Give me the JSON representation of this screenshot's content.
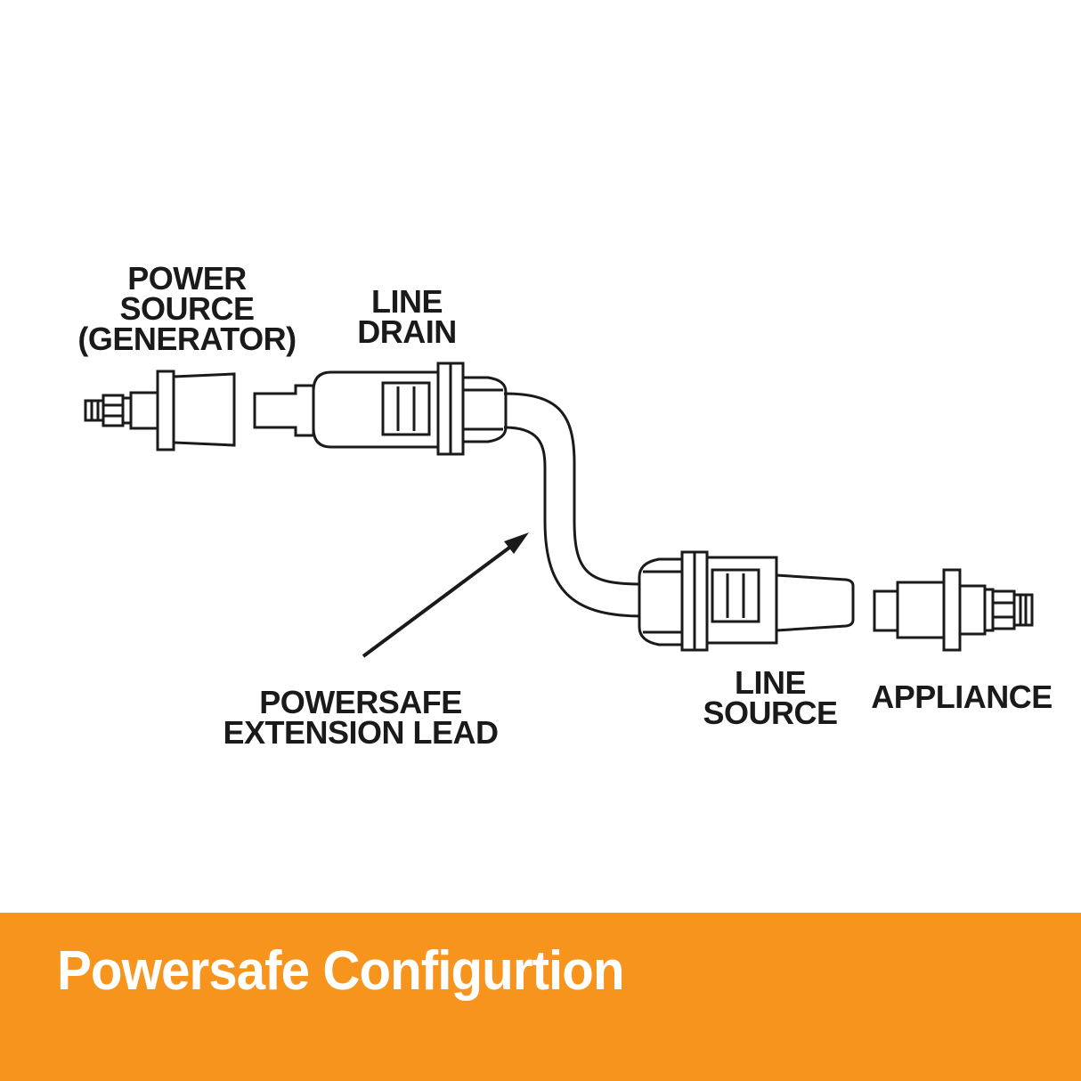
{
  "diagram": {
    "labels": {
      "power_source": "POWER\nSOURCE\n(GENERATOR)",
      "line_drain": "LINE\nDRAIN",
      "extension_lead": "POWERSAFE\nEXTENSION LEAD",
      "line_source": "LINE\nSOURCE",
      "appliance": "APPLIANCE"
    }
  },
  "banner": {
    "title": "Powersafe Configurtion"
  },
  "colors": {
    "background": "#FFFFFF",
    "line": "#1A1A1A",
    "banner_background": "#F7941D",
    "banner_text": "#FFFFFF"
  }
}
